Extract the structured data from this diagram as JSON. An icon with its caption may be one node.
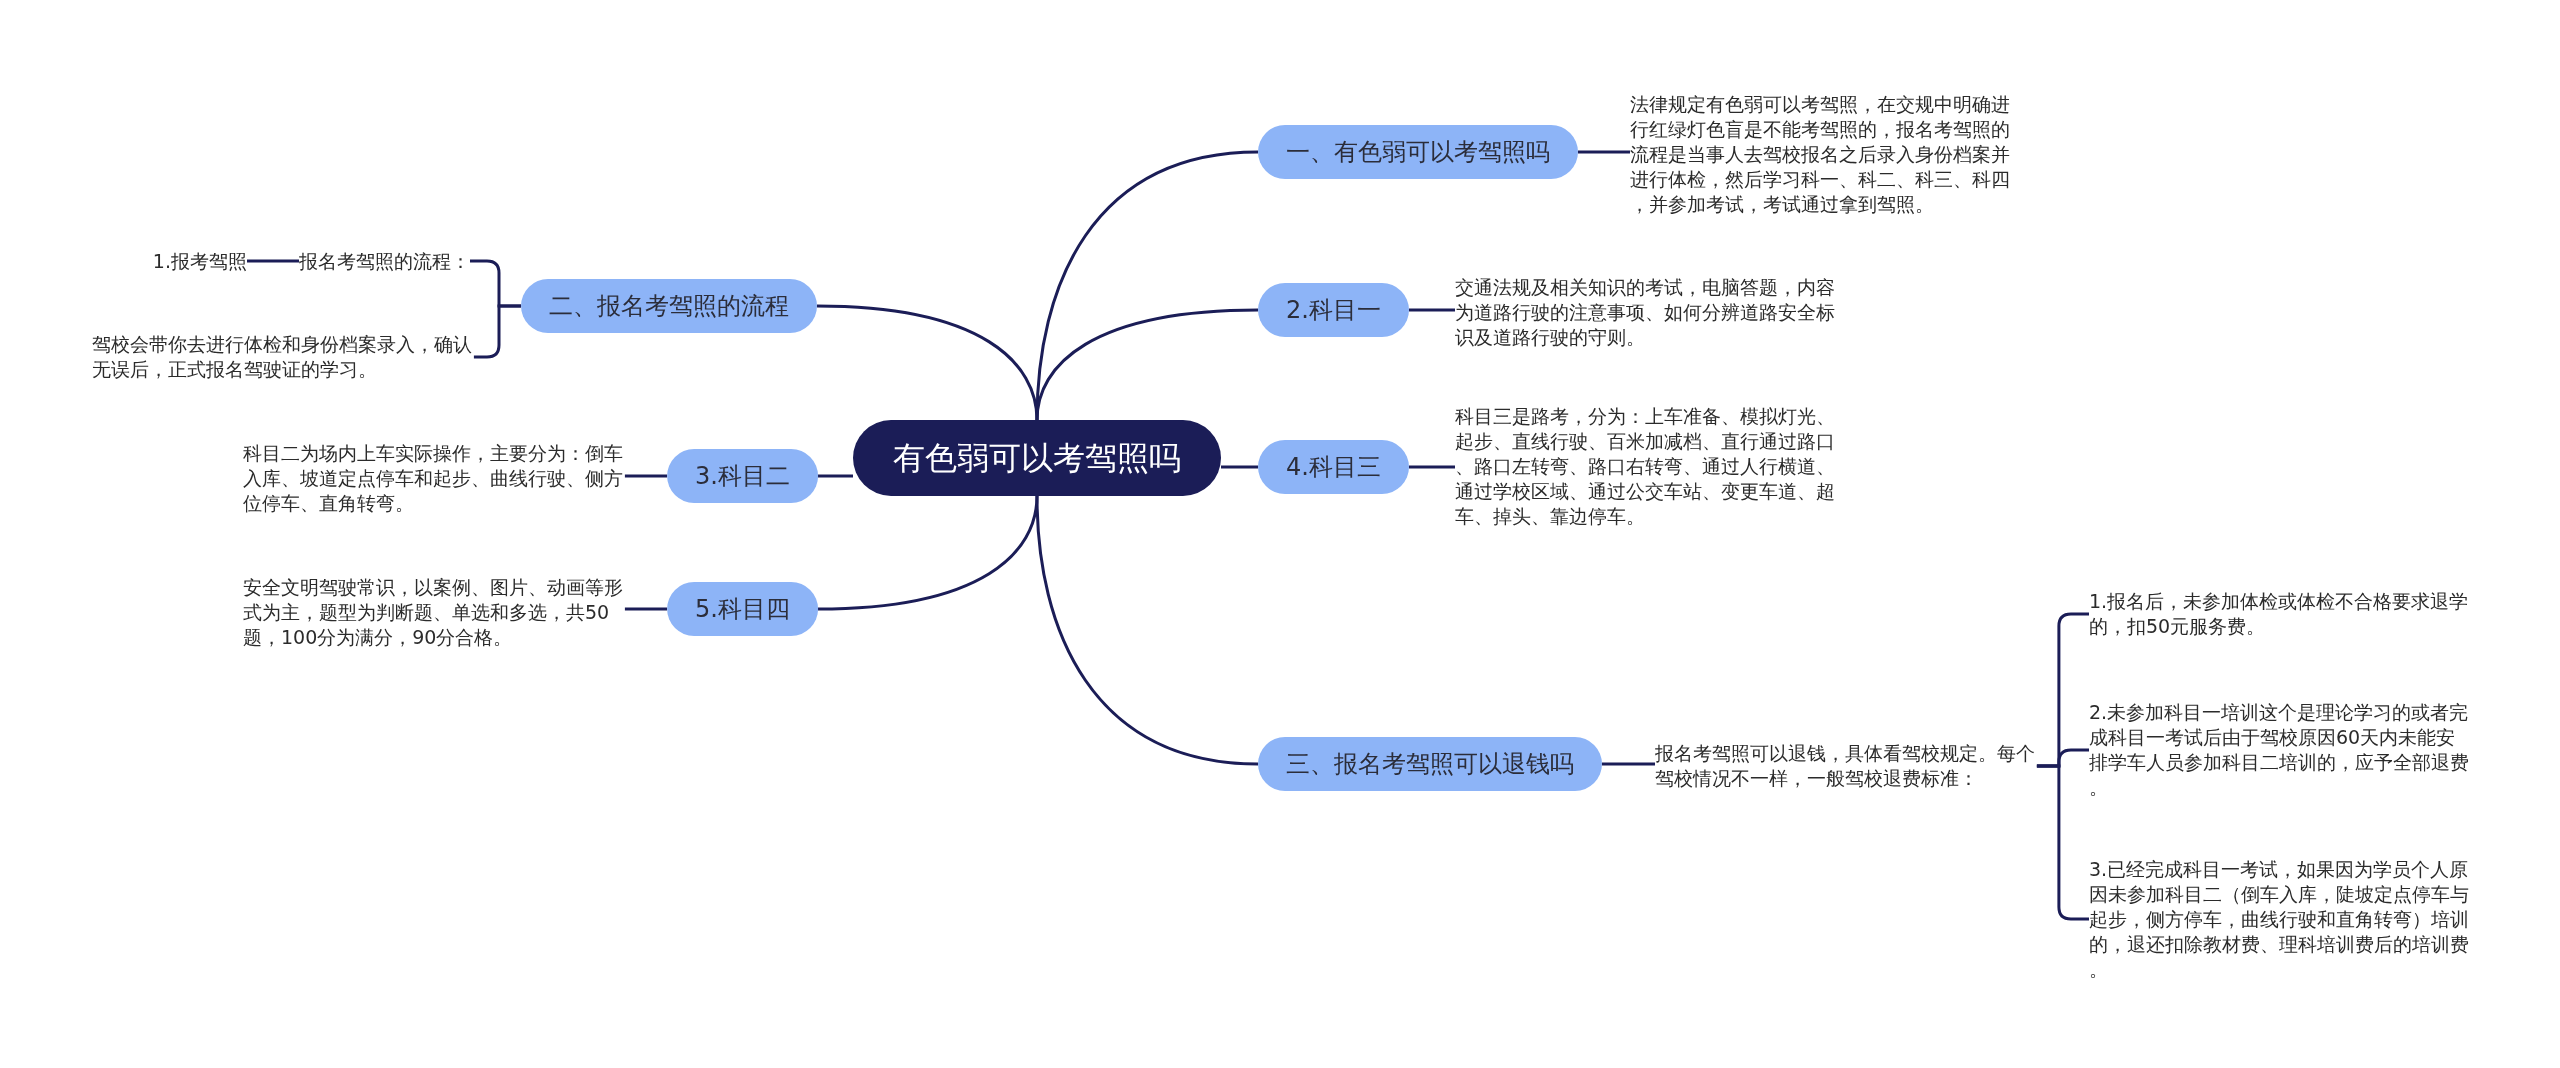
{
  "diagram": {
    "nodes": [
      {
        "text": [
          "有色弱可以考驾照吗"
        ]
      },
      {
        "text": [
          "一、有色弱可以考驾照吗"
        ]
      },
      {
        "text": [
          "法律规定有色弱可以考驾照，在交规中明确进行红绿灯色盲是不能考驾照的，报名考驾照的流程是当事人去驾校报名之后录入身份档案并进行体检，然后学习科一、科二、科三、科四，并参加考试，考试通过拿到驾照。"
        ]
      },
      {
        "text": [
          "2.科目一"
        ]
      },
      {
        "text": [
          "交通法规及相关知识的考试，电脑答题，内容为道路行驶的注意事项、如何分辨道路安全标识及道路行驶的守则。"
        ]
      },
      {
        "text": [
          "4.科目三"
        ]
      },
      {
        "text": [
          "科目三是路考，分为：上车准备、模拟灯光、起步、直线行驶、百米加减档、直行通过路口、路口左转弯、路口右转弯、通过人行横道、通过学校区域、通过公交车站、变更车道、超车、掉头、靠边停车。"
        ]
      },
      {
        "text": [
          "三、报名考驾照可以退钱吗"
        ]
      },
      {
        "text": [
          "报名考驾照可以退钱，具体看驾校规定。每个驾校情况不一样，一般驾校退费标准："
        ]
      },
      {
        "text": [
          "1.报名后，未参加体检或体检不合格要求退学的，扣50元服务费。"
        ]
      },
      {
        "text": [
          "2.未参加科目一培训这个是理论学习的或者完成科目一考试后由于驾校原因60天内未能安排学车人员参加科目二培训的，应予全部退费。"
        ]
      },
      {
        "text": [
          "3.已经完成科目一考试，如果因为学员个人原因未参加科目二（倒车入库，陡坡定点停车与起步，侧方停车，曲线行驶和直角转弯）培训的，退还扣除教材费、理科培训费后的培训费。"
        ]
      },
      {
        "text": [
          "二、报名考驾照的流程"
        ]
      },
      {
        "text": [
          "报名考驾照的流程："
        ]
      },
      {
        "text": [
          "1.报考驾照"
        ]
      },
      {
        "text": [
          "驾校会带你去进行体检和身份档案录入，确认无误后，正式报名驾驶证的学习。"
        ]
      },
      {
        "text": [
          "3.科目二"
        ]
      },
      {
        "text": [
          "科目二为场内上车实际操作，主要分为：倒车入库、坡道定点停车和起步、曲线行驶、侧方位停车、直角转弯。"
        ]
      },
      {
        "text": [
          "5.科目四"
        ]
      },
      {
        "text": [
          "安全文明驾驶常识，以案例、图片、动画等形式为主，题型为判断题、单选和多选，共50题，100分为满分，90分合格。"
        ]
      }
    ],
    "edges": [
      {
        "from": 0,
        "to": 1,
        "arrow": "none"
      },
      {
        "from": 1,
        "to": 2,
        "arrow": "none"
      },
      {
        "from": 0,
        "to": 3,
        "arrow": "none"
      },
      {
        "from": 3,
        "to": 4,
        "arrow": "none"
      },
      {
        "from": 0,
        "to": 5,
        "arrow": "none"
      },
      {
        "from": 5,
        "to": 6,
        "arrow": "none"
      },
      {
        "from": 0,
        "to": 7,
        "arrow": "none"
      },
      {
        "from": 7,
        "to": 8,
        "arrow": "none"
      },
      {
        "from": 8,
        "to": 9,
        "arrow": "none"
      },
      {
        "from": 8,
        "to": 10,
        "arrow": "none"
      },
      {
        "from": 8,
        "to": 11,
        "arrow": "none"
      },
      {
        "from": 0,
        "to": 12,
        "arrow": "none"
      },
      {
        "from": 12,
        "to": 13,
        "arrow": "none"
      },
      {
        "from": 13,
        "to": 14,
        "arrow": "none"
      },
      {
        "from": 12,
        "to": 15,
        "arrow": "none"
      },
      {
        "from": 0,
        "to": 16,
        "arrow": "none"
      },
      {
        "from": 16,
        "to": 17,
        "arrow": "none"
      },
      {
        "from": 0,
        "to": 18,
        "arrow": "none"
      },
      {
        "from": 18,
        "to": 19,
        "arrow": "none"
      }
    ]
  }
}
